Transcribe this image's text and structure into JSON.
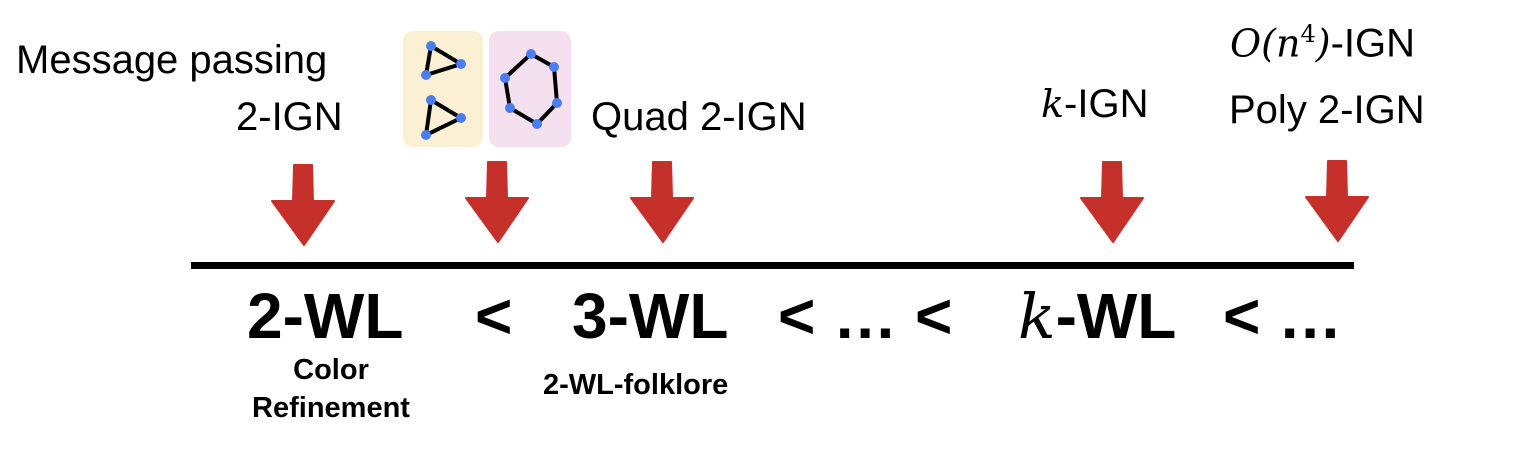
{
  "labels": {
    "message_passing": "Message passing",
    "two_ign": "2-IGN",
    "quad_two_ign": "Quad 2-IGN",
    "k_letter": "k",
    "k_ign_suffix": "-IGN",
    "on4_prefix": "O(n",
    "on4_exp": "4",
    "on4_suffix": ")",
    "on4_ign": "-IGN",
    "poly_two_ign": "Poly 2-IGN"
  },
  "hierarchy": {
    "two_wl": "2-WL",
    "lt1": "<",
    "three_wl": "3-WL",
    "lt_dots_lt": "< … <",
    "k_letter": "k",
    "k_wl_suffix": "-WL",
    "lt_dots": "< …"
  },
  "sublabels": {
    "color": "Color",
    "refinement": "Refinement",
    "folklore": "2-WL-folklore"
  },
  "colors": {
    "arrow": "#c6302a",
    "triangle_box": "#fbf0d3",
    "hexagon_box": "#f4e0ee",
    "node": "#4a7ef0",
    "axis": "#000000"
  }
}
